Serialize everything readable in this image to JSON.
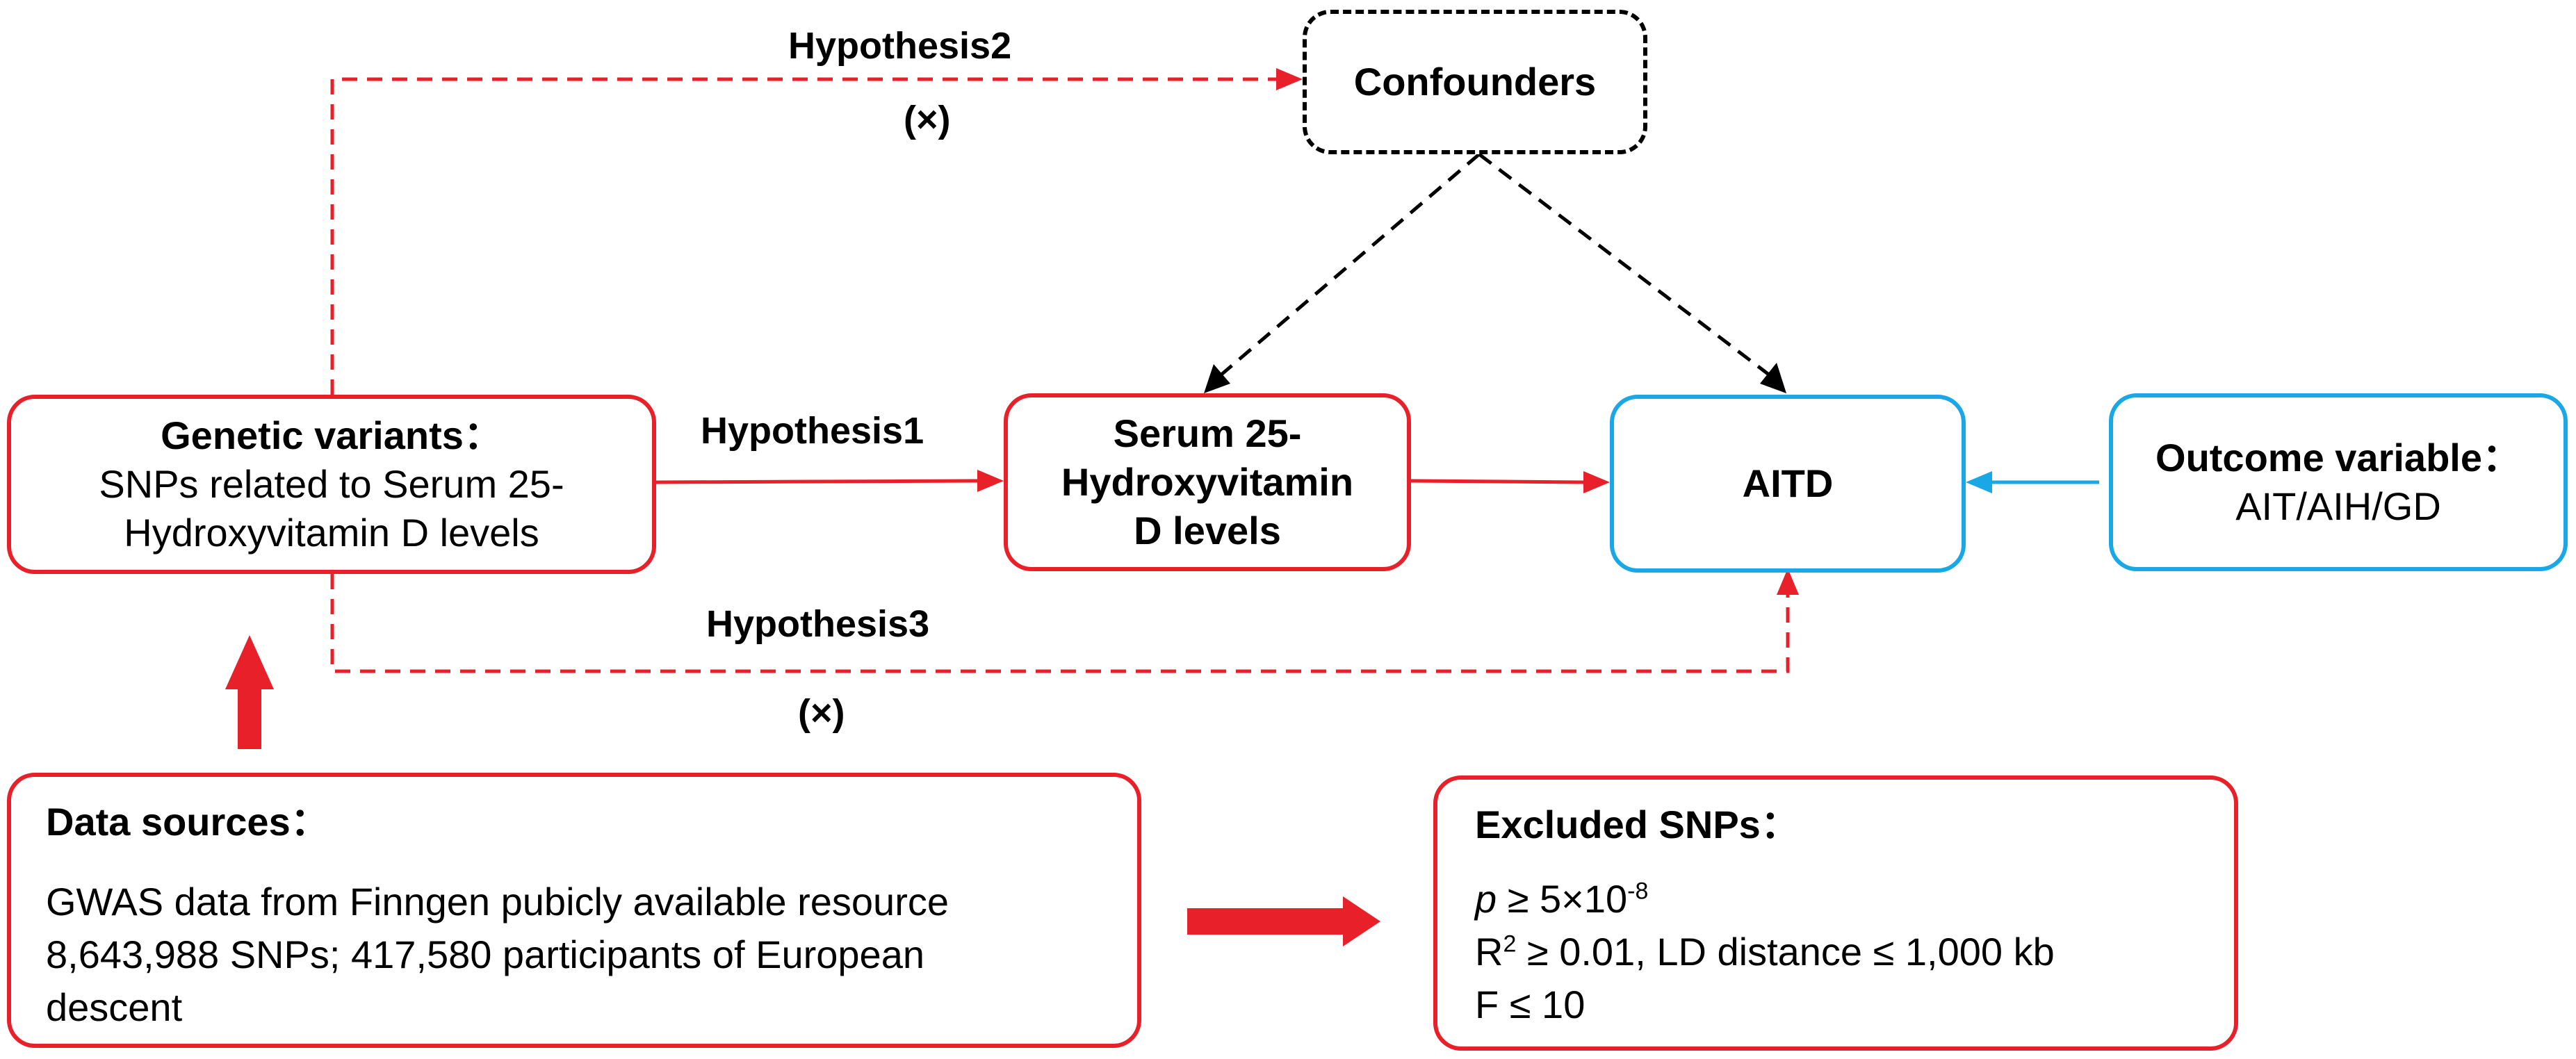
{
  "colors": {
    "red": "#e8202a",
    "blue": "#1aa7e6",
    "black": "#000000"
  },
  "boxes": {
    "genetic": {
      "title": "Genetic variants：",
      "line1": "SNPs related to Serum 25-",
      "line2": "Hydroxyvitamin D levels"
    },
    "serum": {
      "line1": "Serum 25-",
      "line2": "Hydroxyvitamin",
      "line3": "D levels"
    },
    "aitd": {
      "label": "AITD"
    },
    "outcome": {
      "title": "Outcome variable：",
      "value": "AIT/AIH/GD"
    },
    "confounders": {
      "label": "Confounders"
    },
    "data_sources": {
      "title": "Data sources：",
      "line1": "GWAS data from Finngen pubicly available resource",
      "line2": "8,643,988 SNPs; 417,580 participants of European",
      "line3": "descent"
    },
    "excluded": {
      "title": "Excluded SNPs：",
      "p_symbol": "p",
      "p_rest": " ≥ 5×10",
      "p_exp": "-8",
      "r_symbol": "R",
      "r_exp": "2",
      "r_rest": " ≥ 0.01, LD distance ≤ 1,000 kb",
      "f_line": "F ≤ 10"
    }
  },
  "hypotheses": {
    "h1": "Hypothesis1",
    "h2": "Hypothesis2",
    "h2_mark": "(×)",
    "h3": "Hypothesis3",
    "h3_mark": "(×)"
  }
}
